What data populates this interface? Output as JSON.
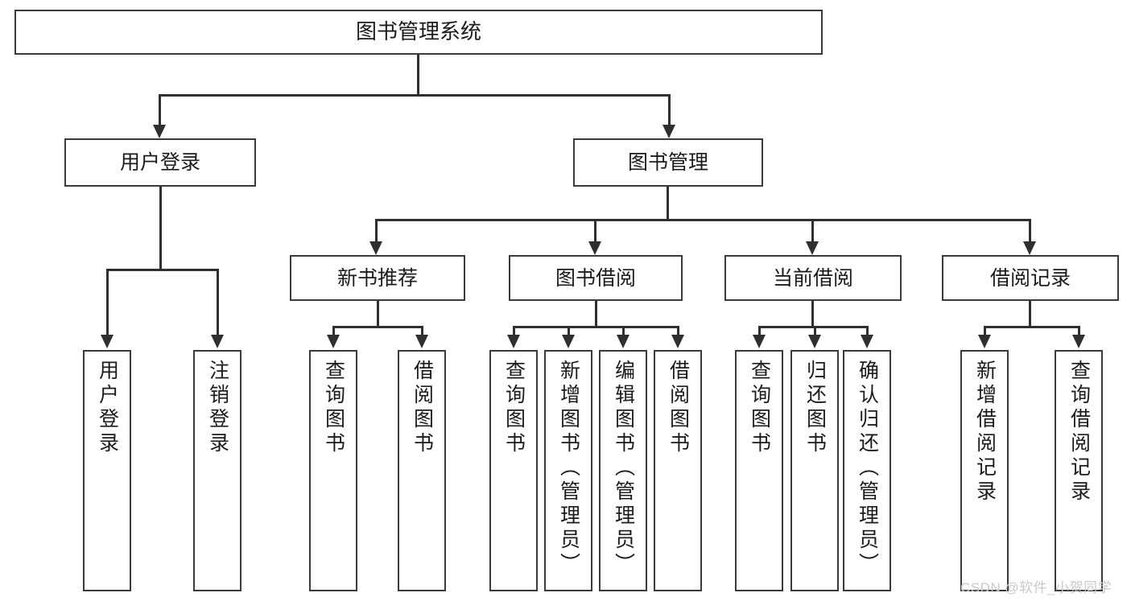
{
  "diagram": {
    "title": "图书管理系统",
    "type": "hierarchy-tree",
    "root": {
      "id": "root",
      "label": "图书管理系统"
    },
    "level1": [
      {
        "id": "user-login",
        "label": "用户登录"
      },
      {
        "id": "book-management",
        "label": "图书管理"
      }
    ],
    "level2": [
      {
        "id": "new-book-recommend",
        "label": "新书推荐",
        "parent": "book-management"
      },
      {
        "id": "book-borrow",
        "label": "图书借阅",
        "parent": "book-management"
      },
      {
        "id": "current-borrow",
        "label": "当前借阅",
        "parent": "book-management"
      },
      {
        "id": "borrow-record",
        "label": "借阅记录",
        "parent": "book-management"
      }
    ],
    "leaves": [
      {
        "id": "leaf-user-login",
        "label": "用户登录",
        "parent": "user-login"
      },
      {
        "id": "leaf-logout-login",
        "label": "注销登录",
        "parent": "user-login"
      },
      {
        "id": "leaf-query-book-1",
        "label": "查询图书",
        "parent": "new-book-recommend"
      },
      {
        "id": "leaf-borrow-book-1",
        "label": "借阅图书",
        "parent": "new-book-recommend"
      },
      {
        "id": "leaf-query-book-2",
        "label": "查询图书",
        "parent": "book-borrow"
      },
      {
        "id": "leaf-add-book",
        "label": "新增图书（管理员）",
        "parent": "book-borrow"
      },
      {
        "id": "leaf-edit-book",
        "label": "编辑图书（管理员）",
        "parent": "book-borrow"
      },
      {
        "id": "leaf-borrow-book-2",
        "label": "借阅图书",
        "parent": "book-borrow"
      },
      {
        "id": "leaf-query-book-3",
        "label": "查询图书",
        "parent": "current-borrow"
      },
      {
        "id": "leaf-return-book",
        "label": "归还图书",
        "parent": "current-borrow"
      },
      {
        "id": "leaf-confirm-return",
        "label": "确认归还（管理员）",
        "parent": "current-borrow"
      },
      {
        "id": "leaf-add-record",
        "label": "新增借阅记录",
        "parent": "borrow-record"
      },
      {
        "id": "leaf-query-record",
        "label": "查询借阅记录",
        "parent": "borrow-record"
      }
    ]
  },
  "watermark": {
    "text": "CSDN @软件_小贺同学"
  },
  "colors": {
    "box_border": "#3a3a3a",
    "connector": "#2f2f2f",
    "text": "#1b1b1b",
    "background": "#ffffff",
    "watermark": "#c9c9c9"
  }
}
